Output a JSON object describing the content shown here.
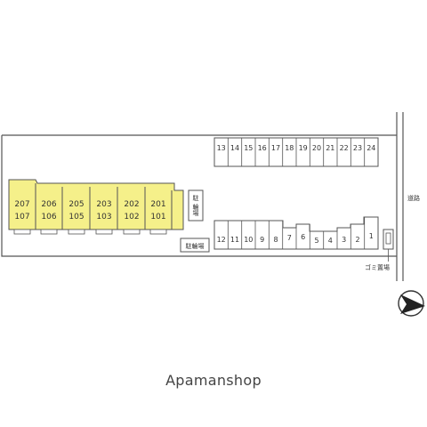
{
  "building": {
    "units": [
      {
        "upper": "207",
        "lower": "107"
      },
      {
        "upper": "206",
        "lower": "106"
      },
      {
        "upper": "205",
        "lower": "105"
      },
      {
        "upper": "203",
        "lower": "103"
      },
      {
        "upper": "202",
        "lower": "102"
      },
      {
        "upper": "201",
        "lower": "101"
      }
    ],
    "fill": "#f5f08a"
  },
  "bike_parking_1": {
    "label_top": "駐",
    "label_bottom": "輪場"
  },
  "bike_parking_2": {
    "label": "駐輪場"
  },
  "parking_top_row": [
    "13",
    "14",
    "15",
    "16",
    "17",
    "18",
    "19",
    "20",
    "21",
    "22",
    "23",
    "24"
  ],
  "parking_bottom_row": [
    "12",
    "11",
    "10",
    "9",
    "8",
    "7",
    "6",
    "5",
    "4",
    "3",
    "2",
    "1"
  ],
  "garbage": {
    "label": "ゴミ置場"
  },
  "road": {
    "label": "道路"
  },
  "north_arrow": {
    "icon": "north-arrow-icon"
  },
  "logo": {
    "text": "Apamanshop"
  }
}
